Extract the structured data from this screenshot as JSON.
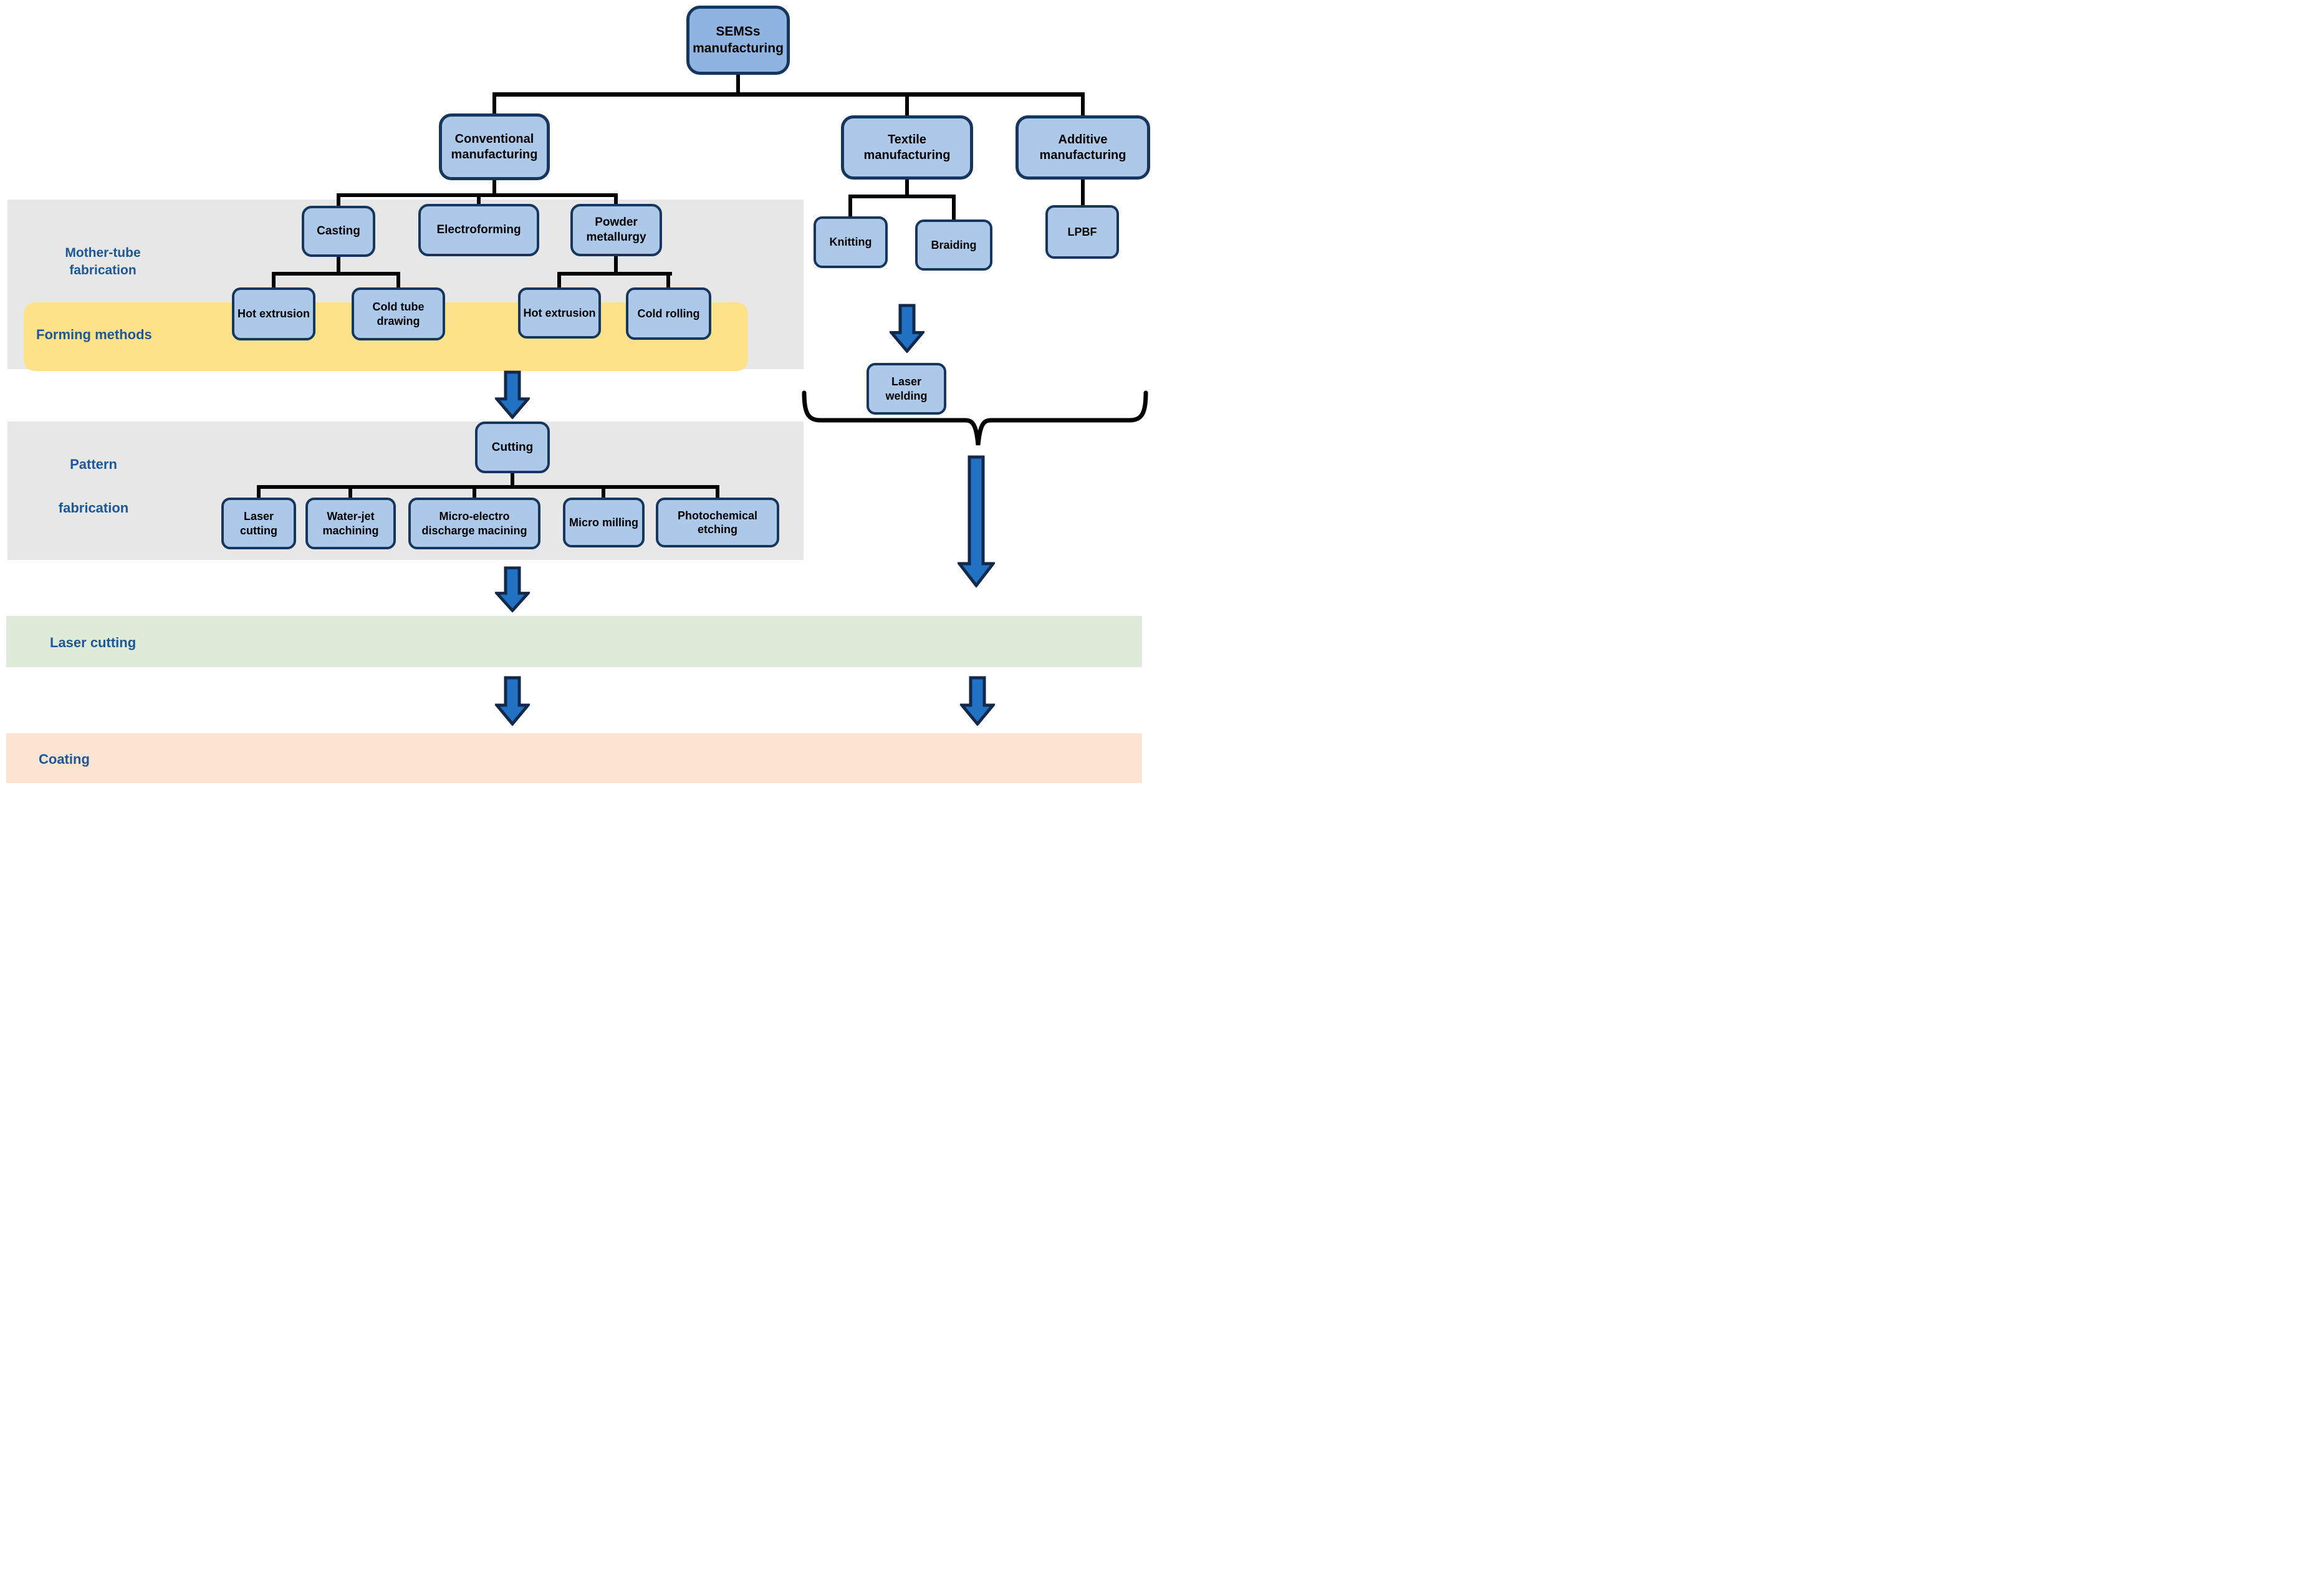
{
  "diagram": {
    "nodes": {
      "semss": "SEMSs manufacturing",
      "conventional": "Conventional manufacturing",
      "textile": "Textile manufacturing",
      "additive": "Additive manufacturing",
      "casting": "Casting",
      "electroforming": "Electroforming",
      "powder_metallurgy": "Powder metallurgy",
      "hot_extrusion_casting": "Hot extrusion",
      "cold_tube_drawing": "Cold tube drawing",
      "hot_extrusion_powder": "Hot extrusion",
      "cold_rolling": "Cold rolling",
      "knitting": "Knitting",
      "braiding": "Braiding",
      "lpbf": "LPBF",
      "laser_welding": "Laser welding",
      "cutting": "Cutting",
      "laser_cutting": "Laser cutting",
      "water_jet_machining": "Water-jet machining",
      "micro_electro_discharge": "Micro-electro discharge macining",
      "micro_milling": "Micro milling",
      "photochemical_etching": "Photochemical etching"
    },
    "stage_labels": {
      "mother_tube": "Mother-tube fabrication",
      "forming": "Forming methods",
      "pattern_line1": "Pattern",
      "pattern_line2": "fabrication",
      "laser_cutting": "Laser cutting",
      "coating": "Coating"
    },
    "colors": {
      "node_fill": "#adc9ea",
      "root_fill": "#8fb4e1",
      "node_border": "#17365d",
      "band_gray": "#e7e7e7",
      "band_yellow": "#fde28a",
      "band_green": "#deebd9",
      "band_orange": "#fce4d3",
      "label_blue": "#1d5796",
      "arrow_fill": "#2272c4",
      "arrow_border": "#12294b"
    }
  }
}
